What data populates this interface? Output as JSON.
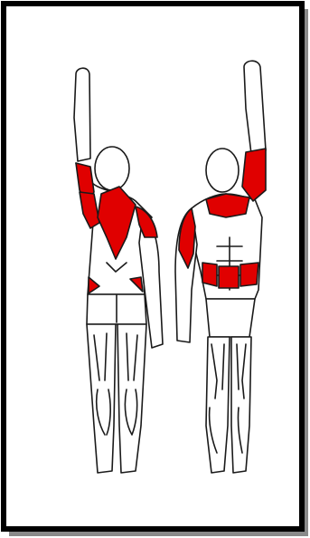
{
  "figure": {
    "views": [
      "back",
      "front"
    ],
    "highlighted_regions": {
      "back": [
        "rear-deltoid",
        "upper-arm",
        "trapezius",
        "latissimus-dorsi",
        "lower-back",
        "shoulder-right"
      ],
      "front": [
        "upper-arm",
        "pectoral",
        "shoulder",
        "lower-abdominals"
      ]
    }
  },
  "colors": {
    "muscle_highlight": "#e00000",
    "outline": "#1a1a1a",
    "body_fill": "#ffffff",
    "frame_border": "#000000",
    "frame_shadow": "#7a7a7a"
  }
}
